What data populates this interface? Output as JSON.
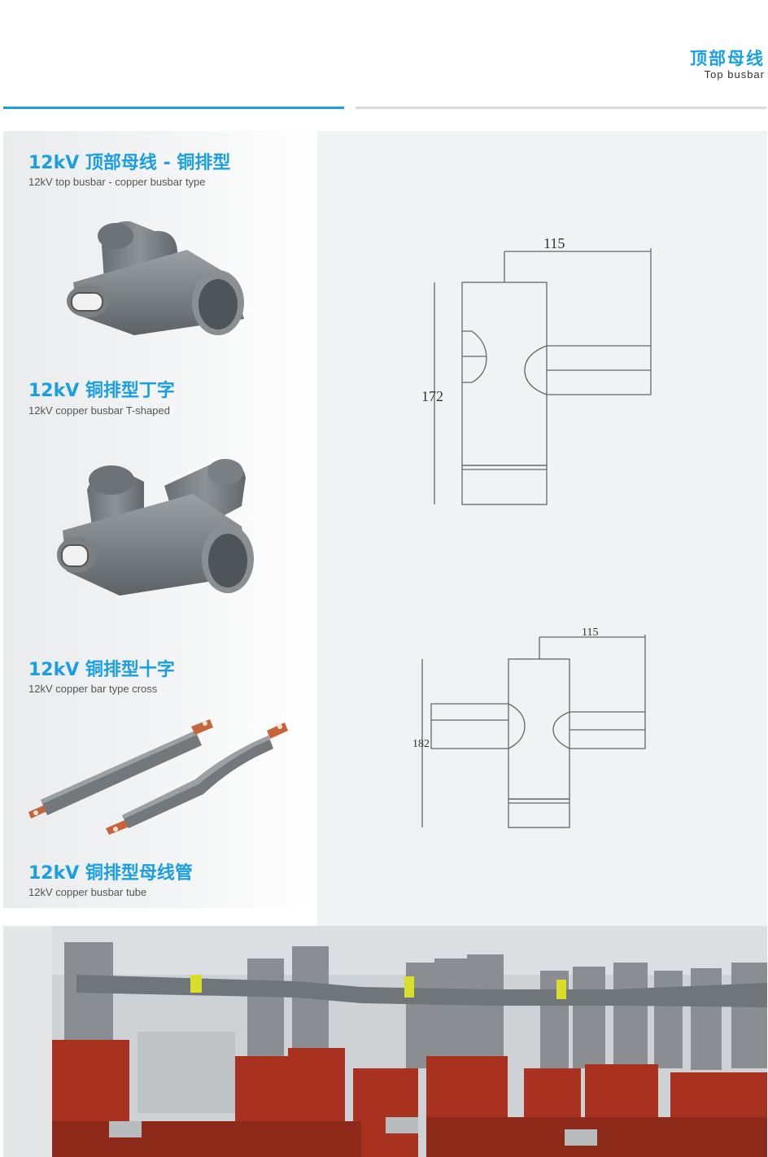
{
  "header": {
    "title_cn": "顶部母线",
    "title_en": "Top busbar"
  },
  "products": [
    {
      "title": "12kV 顶部母线 - 铜排型",
      "subtitle": "12kV top busbar - copper busbar type"
    },
    {
      "title": "12kV 铜排型丁字",
      "subtitle": "12kV copper busbar T-shaped"
    },
    {
      "title": "12kV 铜排型十字",
      "subtitle": "12kV copper bar type cross"
    },
    {
      "title": "12kV 铜排型母线管",
      "subtitle": "12kV copper busbar tube"
    }
  ],
  "drawings": [
    {
      "width_label": "115",
      "height_label": "172"
    },
    {
      "width_label": "115",
      "height_label": "182"
    }
  ],
  "colors": {
    "accent": "#1a9ee4",
    "insulator_gray": "#7d8287",
    "copper": "#c8643a",
    "housing_red": "#a8321f"
  }
}
